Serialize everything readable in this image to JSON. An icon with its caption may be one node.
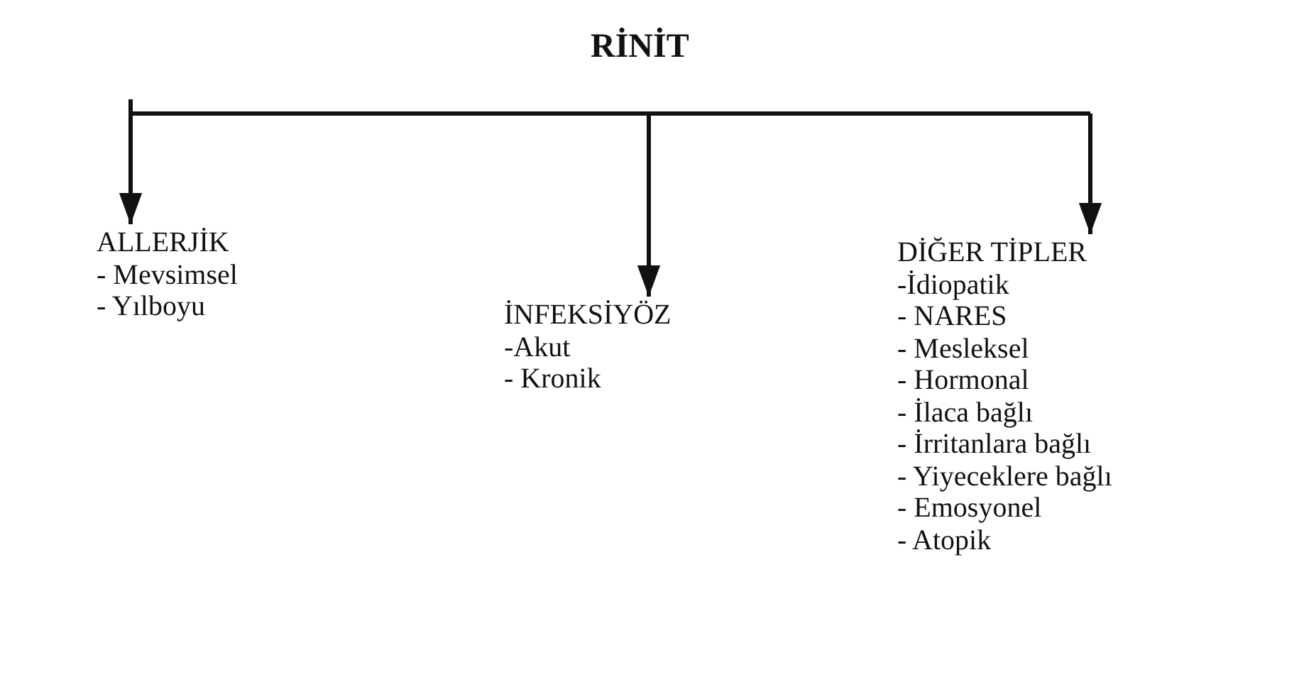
{
  "diagram": {
    "nodes": [
      {
        "text": [
          "RİNİT"
        ]
      },
      {
        "text": [
          "ALLERJİK",
          "- Mevsimsel",
          "- Yılboyu"
        ]
      },
      {
        "text": [
          "İNFEKSİYÖZ",
          "-Akut",
          "- Kronik"
        ]
      },
      {
        "text": [
          "DİĞER TİPLER",
          "-İdiopatik",
          "- NARES",
          "- Mesleksel",
          "- Hormonal",
          "- İlaca bağlı",
          "- İrritanlara bağlı",
          "- Yiyeceklere bağlı",
          "- Emosyonel",
          "- Atopik"
        ]
      }
    ],
    "edges": [
      {
        "from": null,
        "to": 1,
        "arrow": "to"
      },
      {
        "from": null,
        "to": 2,
        "arrow": "to"
      },
      {
        "from": null,
        "to": 3,
        "arrow": "to"
      }
    ]
  }
}
